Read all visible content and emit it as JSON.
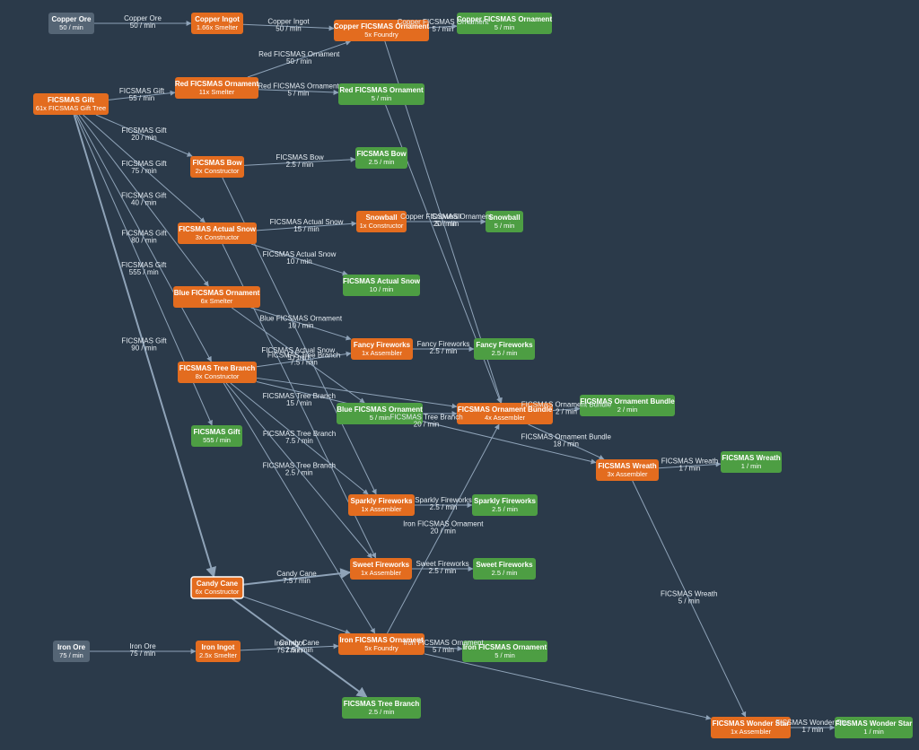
{
  "colors": {
    "recipe": "#e36c1f",
    "output": "#4d9e43",
    "input": "#556575",
    "edge": "#8fa3b8"
  },
  "nodes": [
    {
      "id": "copper_ore",
      "kind": "input",
      "title": "Copper Ore",
      "sub": "50 / min"
    },
    {
      "id": "copper_ingot",
      "kind": "recipe",
      "title": "Copper Ingot",
      "sub": "1.66x Smelter"
    },
    {
      "id": "copper_orn",
      "kind": "recipe",
      "title": "Copper FICSMAS Ornament",
      "sub": "5x Foundry"
    },
    {
      "id": "copper_orn_out",
      "kind": "output",
      "title": "Copper FICSMAS Ornament",
      "sub": "5 / min"
    },
    {
      "id": "gift_tree",
      "kind": "recipe",
      "title": "FICSMAS Gift",
      "sub": "61x FICSMAS Gift Tree"
    },
    {
      "id": "red_orn",
      "kind": "recipe",
      "title": "Red FICSMAS Ornament",
      "sub": "11x Smelter"
    },
    {
      "id": "red_orn_out",
      "kind": "output",
      "title": "Red FICSMAS Ornament",
      "sub": "5 / min"
    },
    {
      "id": "bow",
      "kind": "recipe",
      "title": "FICSMAS Bow",
      "sub": "2x Constructor"
    },
    {
      "id": "bow_out",
      "kind": "output",
      "title": "FICSMAS Bow",
      "sub": "2.5 / min"
    },
    {
      "id": "actual_snow",
      "kind": "recipe",
      "title": "FICSMAS Actual Snow",
      "sub": "3x Constructor"
    },
    {
      "id": "snowball",
      "kind": "recipe",
      "title": "Snowball",
      "sub": "1x Constructor"
    },
    {
      "id": "snowball_out",
      "kind": "output",
      "title": "Snowball",
      "sub": "5 / min"
    },
    {
      "id": "actual_snow_out",
      "kind": "output",
      "title": "FICSMAS Actual Snow",
      "sub": "10 / min"
    },
    {
      "id": "blue_orn",
      "kind": "recipe",
      "title": "Blue FICSMAS Ornament",
      "sub": "6x Smelter"
    },
    {
      "id": "fancy_fw",
      "kind": "recipe",
      "title": "Fancy Fireworks",
      "sub": "1x Assembler"
    },
    {
      "id": "fancy_fw_out",
      "kind": "output",
      "title": "Fancy Fireworks",
      "sub": "2.5 / min"
    },
    {
      "id": "tree_branch",
      "kind": "recipe",
      "title": "FICSMAS Tree Branch",
      "sub": "8x Constructor"
    },
    {
      "id": "blue_orn_out",
      "kind": "output",
      "title": "Blue FICSMAS Ornament",
      "sub": "5 / min"
    },
    {
      "id": "orn_bundle",
      "kind": "recipe",
      "title": "FICSMAS Ornament Bundle",
      "sub": "4x Assembler"
    },
    {
      "id": "orn_bundle_out",
      "kind": "output",
      "title": "FICSMAS Ornament Bundle",
      "sub": "2 / min"
    },
    {
      "id": "gift_out",
      "kind": "output",
      "title": "FICSMAS Gift",
      "sub": "555 / min"
    },
    {
      "id": "wreath",
      "kind": "recipe",
      "title": "FICSMAS Wreath",
      "sub": "3x Assembler"
    },
    {
      "id": "wreath_out",
      "kind": "output",
      "title": "FICSMAS Wreath",
      "sub": "1 / min"
    },
    {
      "id": "sparkly_fw",
      "kind": "recipe",
      "title": "Sparkly Fireworks",
      "sub": "1x Assembler"
    },
    {
      "id": "sparkly_fw_out",
      "kind": "output",
      "title": "Sparkly Fireworks",
      "sub": "2.5 / min"
    },
    {
      "id": "sweet_fw",
      "kind": "recipe",
      "title": "Sweet Fireworks",
      "sub": "1x Assembler"
    },
    {
      "id": "sweet_fw_out",
      "kind": "output",
      "title": "Sweet Fireworks",
      "sub": "2.5 / min"
    },
    {
      "id": "candy_cane",
      "kind": "recipe",
      "title": "Candy Cane",
      "sub": "6x Constructor",
      "selected": true
    },
    {
      "id": "iron_ore",
      "kind": "input",
      "title": "Iron Ore",
      "sub": "75 / min"
    },
    {
      "id": "iron_ingot",
      "kind": "recipe",
      "title": "Iron Ingot",
      "sub": "2.5x Smelter"
    },
    {
      "id": "iron_orn",
      "kind": "recipe",
      "title": "Iron FICSMAS Ornament",
      "sub": "5x Foundry"
    },
    {
      "id": "iron_orn_out",
      "kind": "output",
      "title": "Iron FICSMAS Ornament",
      "sub": "5 / min"
    },
    {
      "id": "tree_branch_out",
      "kind": "output",
      "title": "FICSMAS Tree Branch",
      "sub": "2.5 / min"
    },
    {
      "id": "wonder_star",
      "kind": "recipe",
      "title": "FICSMAS Wonder Star",
      "sub": "1x Assembler"
    },
    {
      "id": "wonder_star_out",
      "kind": "output",
      "title": "FICSMAS Wonder Star",
      "sub": "1 / min"
    }
  ],
  "edges": [
    {
      "from": "copper_ore",
      "to": "copper_ingot",
      "label": "Copper Ore",
      "rate": "50 / min"
    },
    {
      "from": "copper_ingot",
      "to": "copper_orn",
      "label": "Copper Ingot",
      "rate": "50 / min"
    },
    {
      "from": "copper_orn",
      "to": "copper_orn_out",
      "label": "Copper FICSMAS Ornament",
      "rate": "5 / min"
    },
    {
      "from": "copper_orn",
      "to": "orn_bundle",
      "label": "",
      "rate": ""
    },
    {
      "from": "red_orn",
      "to": "copper_orn",
      "label": "Red FICSMAS Ornament",
      "rate": "50 / min"
    },
    {
      "from": "gift_tree",
      "to": "red_orn",
      "label": "FICSMAS Gift",
      "rate": "55 / min"
    },
    {
      "from": "red_orn",
      "to": "red_orn_out",
      "label": "Red FICSMAS Ornament",
      "rate": "5 / min"
    },
    {
      "from": "red_orn_out",
      "to": "orn_bundle",
      "label": "",
      "rate": ""
    },
    {
      "from": "gift_tree",
      "to": "bow",
      "label": "FICSMAS Gift",
      "rate": "20 / min"
    },
    {
      "from": "bow",
      "to": "bow_out",
      "label": "FICSMAS Bow",
      "rate": "2.5 / min"
    },
    {
      "from": "bow",
      "to": "sparkly_fw",
      "label": "",
      "rate": ""
    },
    {
      "from": "gift_tree",
      "to": "actual_snow",
      "label": "FICSMAS Gift",
      "rate": "75 / min"
    },
    {
      "from": "gift_tree",
      "to": "blue_orn",
      "label": "FICSMAS Gift",
      "rate": "40 / min"
    },
    {
      "from": "gift_tree",
      "to": "tree_branch",
      "label": "FICSMAS Gift",
      "rate": "80 / min"
    },
    {
      "from": "gift_tree",
      "to": "gift_out",
      "label": "FICSMAS Gift",
      "rate": "555 / min"
    },
    {
      "from": "gift_tree",
      "to": "candy_cane",
      "label": "FICSMAS Gift",
      "rate": "90 / min"
    },
    {
      "from": "actual_snow",
      "to": "snowball",
      "label": "FICSMAS Actual Snow",
      "rate": "15 / min"
    },
    {
      "from": "snowball",
      "to": "snowball_out",
      "label": "Snowball",
      "rate": "5 / min"
    },
    {
      "from": "snowball",
      "to": "snowball_out",
      "label": "Copper FICSMAS Ornament",
      "rate": "20 / min"
    },
    {
      "from": "actual_snow",
      "to": "actual_snow_out",
      "label": "FICSMAS Actual Snow",
      "rate": "10 / min"
    },
    {
      "from": "actual_snow",
      "to": "sweet_fw",
      "label": "FICSMAS Tree Branch",
      "rate": "15 / min"
    },
    {
      "from": "blue_orn",
      "to": "fancy_fw",
      "label": "Blue FICSMAS Ornament",
      "rate": "10 / min"
    },
    {
      "from": "blue_orn",
      "to": "blue_orn_out",
      "label": "FICSMAS Actual Snow",
      "rate": "5 / min"
    },
    {
      "from": "fancy_fw",
      "to": "fancy_fw_out",
      "label": "Fancy Fireworks",
      "rate": "2.5 / min"
    },
    {
      "from": "tree_branch",
      "to": "fancy_fw",
      "label": "FICSMAS Tree Branch",
      "rate": "7.5 / min"
    },
    {
      "from": "tree_branch",
      "to": "orn_bundle",
      "label": "",
      "rate": ""
    },
    {
      "from": "tree_branch",
      "to": "wreath",
      "label": "FICSMAS Tree Branch",
      "rate": "20 / min"
    },
    {
      "from": "tree_branch",
      "to": "sparkly_fw",
      "label": "FICSMAS Tree Branch",
      "rate": "7.5 / min"
    },
    {
      "from": "tree_branch",
      "to": "sweet_fw",
      "label": "FICSMAS Tree Branch",
      "rate": "2.5 / min"
    },
    {
      "from": "tree_branch",
      "to": "iron_orn",
      "label": "",
      "rate": ""
    },
    {
      "from": "blue_orn_out",
      "to": "orn_bundle",
      "label": "",
      "rate": ""
    },
    {
      "from": "orn_bundle",
      "to": "orn_bundle_out",
      "label": "FICSMAS Ornament Bundle",
      "rate": "2 / min"
    },
    {
      "from": "orn_bundle",
      "to": "wreath",
      "label": "FICSMAS Ornament Bundle",
      "rate": "18 / min"
    },
    {
      "from": "wreath",
      "to": "wreath_out",
      "label": "FICSMAS Wreath",
      "rate": "1 / min"
    },
    {
      "from": "wreath",
      "to": "wonder_star",
      "label": "FICSMAS Wreath",
      "rate": "5 / min"
    },
    {
      "from": "sparkly_fw",
      "to": "sparkly_fw_out",
      "label": "Sparkly Fireworks",
      "rate": "2.5 / min"
    },
    {
      "from": "sweet_fw",
      "to": "sweet_fw_out",
      "label": "Sweet Fireworks",
      "rate": "2.5 / min"
    },
    {
      "from": "candy_cane",
      "to": "sweet_fw",
      "label": "Candy Cane",
      "rate": "7.5 / min"
    },
    {
      "from": "candy_cane",
      "to": "iron_orn",
      "label": "",
      "rate": ""
    },
    {
      "from": "candy_cane",
      "to": "tree_branch_out",
      "label": "Candy Cane",
      "rate": "2.5 / min"
    },
    {
      "from": "iron_orn",
      "to": "orn_bundle",
      "label": "Iron FICSMAS Ornament",
      "rate": "20 / min"
    },
    {
      "from": "iron_ore",
      "to": "iron_ingot",
      "label": "Iron Ore",
      "rate": "75 / min"
    },
    {
      "from": "iron_ingot",
      "to": "iron_orn",
      "label": "Iron Ingot",
      "rate": "75 / min"
    },
    {
      "from": "iron_orn",
      "to": "iron_orn_out",
      "label": "Iron FICSMAS Ornament",
      "rate": "5 / min"
    },
    {
      "from": "iron_orn",
      "to": "wonder_star",
      "label": "",
      "rate": ""
    },
    {
      "from": "wonder_star",
      "to": "wonder_star_out",
      "label": "FICSMAS Wonder Star",
      "rate": "1 / min"
    }
  ]
}
